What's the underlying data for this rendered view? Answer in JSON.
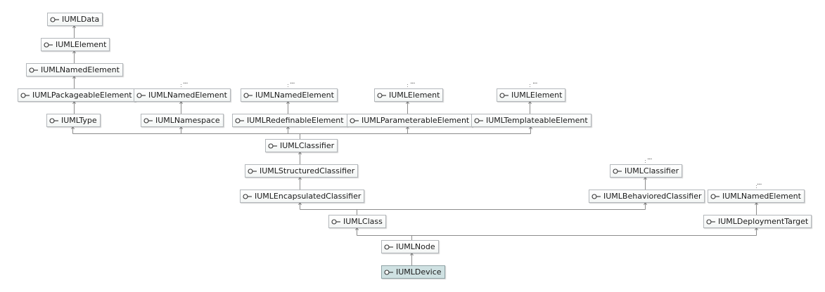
{
  "nodes": {
    "n1": "IUMLData",
    "n2": "IUMLElement",
    "n3": "IUMLNamedElement",
    "n4": "IUMLPackageableElement",
    "n5": "IUMLNamedElement",
    "n6": "IUMLNamedElement",
    "n7": "IUMLElement",
    "n8": "IUMLElement",
    "n9": "IUMLType",
    "n10": "IUMLNamespace",
    "n11": "IUMLRedefinableElement",
    "n12": "IUMLParameterableElement",
    "n13": "IUMLTemplateableElement",
    "n14": "IUMLClassifier",
    "n15": "IUMLStructuredClassifier",
    "n16": "IUMLClassifier",
    "n17": "IUMLEncapsulatedClassifier",
    "n18": "IUMLBehavioredClassifier",
    "n19": "IUMLNamedElement",
    "n20": "IUMLClass",
    "n21": "IUMLDeploymentTarget",
    "n22": "IUMLNode",
    "n23": "IUMLDevice"
  },
  "ellipsis": "...",
  "selected_node": "IUMLDevice",
  "icon": "interface-lollipop-icon",
  "colors": {
    "border": "#b3b7bb",
    "edge": "#8c8c8c",
    "selected_fill": "#cfe1e2"
  }
}
